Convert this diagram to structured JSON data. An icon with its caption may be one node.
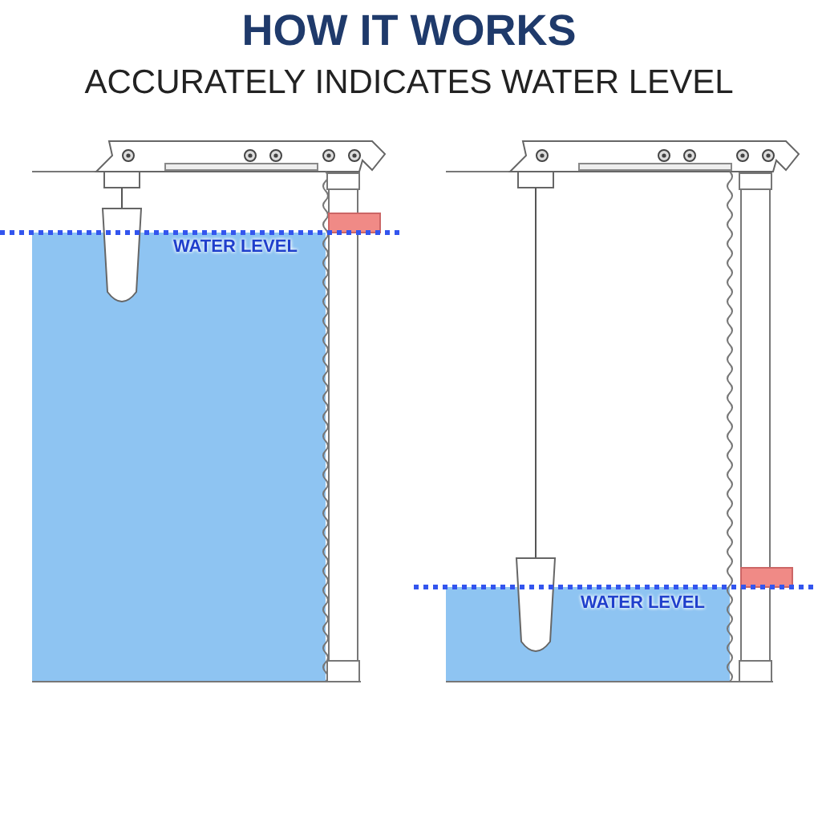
{
  "diagram": {
    "title": "HOW IT WORKS",
    "labels": [
      "ACCURATELY INDICATES WATER LEVEL",
      "WATER LEVEL",
      "WATER LEVEL"
    ]
  }
}
